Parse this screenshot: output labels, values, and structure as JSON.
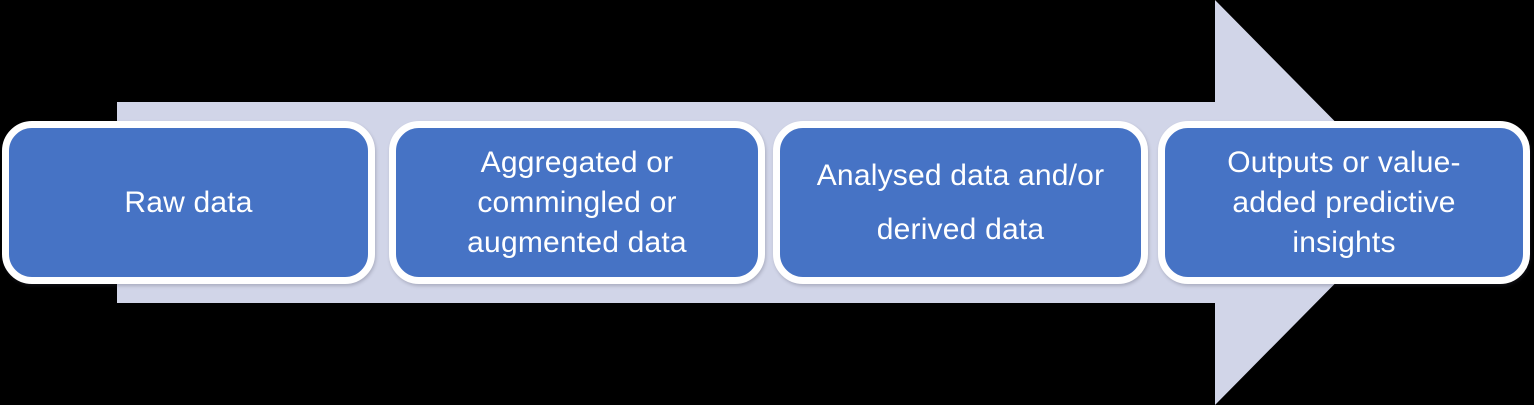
{
  "diagram": {
    "type": "process-arrow",
    "direction": "right",
    "colors": {
      "box_fill": "#4673C5",
      "box_border": "#FFFFFF",
      "arrow_fill": "#D1D5E8",
      "text": "#FFFFFF",
      "background": "#000000"
    },
    "stages": [
      {
        "label": "Raw data",
        "lines": [
          "Raw data"
        ]
      },
      {
        "label": "Aggregated or commingled or augmented data",
        "lines": [
          "Aggregated or",
          "commingled or",
          "augmented data"
        ]
      },
      {
        "label": "Analysed data and/or derived data",
        "lines": [
          "Analysed data and/or",
          "derived data"
        ]
      },
      {
        "label": "Outputs or value-added predictive insights",
        "lines": [
          "Outputs or value-",
          "added predictive",
          "insights"
        ]
      }
    ]
  }
}
